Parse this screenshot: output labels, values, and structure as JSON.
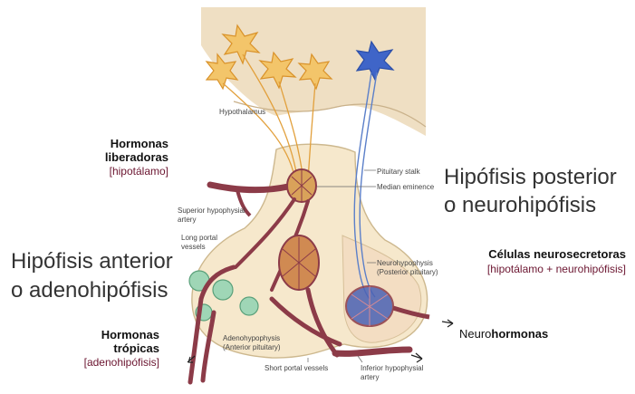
{
  "labels": {
    "hypothalamus": "Hypothalamus",
    "pituitary_stalk": "Pituitary stalk",
    "median_eminence": "Median eminence",
    "superior_artery": [
      "Superior hypophysial",
      "artery"
    ],
    "long_portal": [
      "Long portal",
      "vessels"
    ],
    "neurohypophysis": [
      "Neurohypophysis",
      "(Posterior pituitary)"
    ],
    "adenohypophysis": [
      "Adenohypophysis",
      "(Anterior pituitary)"
    ],
    "short_portal": "Short portal vessels",
    "inferior_artery": [
      "Inferior hypophysial",
      "artery"
    ]
  },
  "annotations": {
    "hormonas_liberadoras": {
      "title": [
        "Hormonas",
        "liberadoras"
      ],
      "source": "[hipotálamo]"
    },
    "hipofisis_posterior": [
      "Hipófisis posterior",
      "o neurohipófisis"
    ],
    "hipofisis_anterior": [
      "Hipófisis anterior",
      "o adenohipófisis"
    ],
    "celulas_neurosecretoras": {
      "title": "Células neurosecretoras",
      "source": "[hipotálamo + neurohipófisis]"
    },
    "hormonas_tropicas": {
      "title": [
        "Hormonas",
        "trópicas"
      ],
      "source": "[adenohipófisis]"
    },
    "neurohormonas": {
      "prefix": "Neuro",
      "bold": "hormonas"
    }
  },
  "colors": {
    "hypothalamus_fill": "#ecd9b8",
    "gland_fill": "#f6e8cc",
    "vessel_red": "#8c3b48",
    "nerve_orange": "#e2a03c",
    "nerve_blue": "#5b7fc9",
    "cell_green": "#9fd6b6",
    "source_text": "#6b1530"
  }
}
